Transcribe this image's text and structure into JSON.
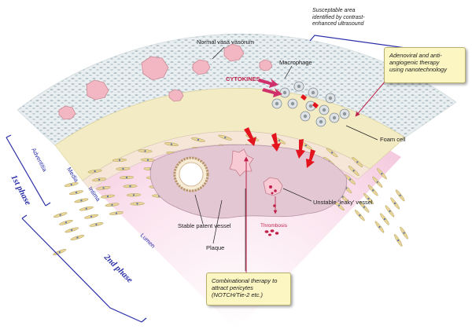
{
  "labels": {
    "normal_vasa": "Normal vasa vasorum",
    "cytokines": "CYTOKINES",
    "macrophage": "Macrophage",
    "foam_cell": "Foam cell",
    "unstable_vessel": "Unstable ‘leaky’ vessel",
    "thrombosis": "Thrombosis",
    "stable_vessel": "Stable patent vessel",
    "plaque": "Plaque",
    "adventitia": "Adventitia",
    "media": "Media",
    "intima": "Intima",
    "lumen": "Lumen",
    "phase1": "1st phase",
    "phase2": "2nd phase"
  },
  "susceptible_lines": [
    "Susceptable area",
    "identified by contrast-",
    "enhanced ultrasound"
  ],
  "note_top_lines": [
    "Adenoviral and anti-",
    "angiogenic therapy",
    "using nanotechnology"
  ],
  "note_bottom_lines": [
    "Combinational therapy to",
    "attract pericytes",
    "(NOTCH/Tie-2 etc.)"
  ],
  "colors": {
    "adventitia_fill": "#e8eef0",
    "media_fill": "#f3ebc4",
    "intima_fill": "#f5e6d8",
    "plaque_fill": "#e3c7d2",
    "lumen_fill": "#f6d6e6",
    "vessel_pink": "#f2b7c2",
    "accent_red": "#c0204a",
    "label_blue": "#2a2fa8",
    "note_fill": "#fbf6c2"
  }
}
